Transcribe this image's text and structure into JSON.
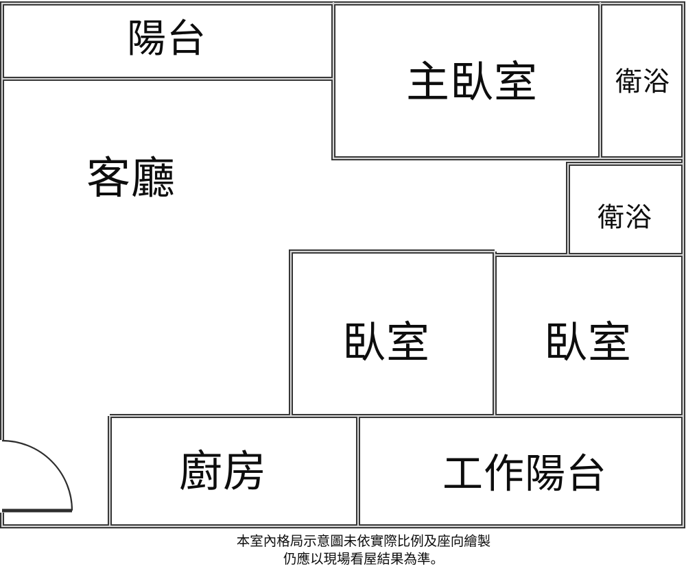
{
  "floorplan": {
    "rooms": [
      {
        "id": "balcony",
        "label": "陽台"
      },
      {
        "id": "living-room",
        "label": "客廳"
      },
      {
        "id": "master-bedroom",
        "label": "主臥室"
      },
      {
        "id": "bathroom-top",
        "label": "衛浴"
      },
      {
        "id": "bathroom-mid",
        "label": "衛浴"
      },
      {
        "id": "bedroom-left",
        "label": "臥室"
      },
      {
        "id": "bedroom-right",
        "label": "臥室"
      },
      {
        "id": "kitchen",
        "label": "廚房"
      },
      {
        "id": "work-balcony",
        "label": "工作陽台"
      }
    ],
    "door": {
      "location": "bottom-left",
      "type": "swing-quarter-arc"
    },
    "colors": {
      "background": "#ffffff",
      "wall_dark": "#2e2e2e",
      "wall_core": "#d6d6d6",
      "text": "#0d0d0d"
    }
  },
  "caption": {
    "line1": "本室內格局示意圖未依實際比例及座向繪製",
    "line2": "仍應以現場看屋結果為準。"
  }
}
